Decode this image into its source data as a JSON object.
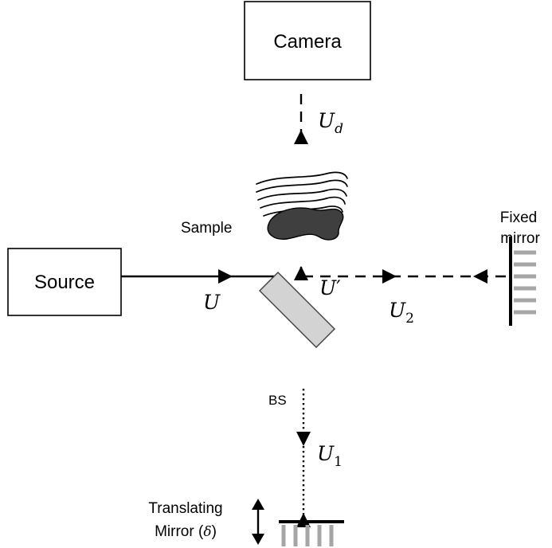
{
  "components": {
    "camera": "Camera",
    "source": "Source",
    "sample": "Sample",
    "beam_splitter": "BS",
    "fixed_mirror": {
      "line1": "Fixed",
      "line2": "mirror"
    },
    "translating_mirror": {
      "line1": "Translating",
      "line2_text": "Mirror (",
      "line2_symbol": "δ",
      "line2_close": ")"
    }
  },
  "fields": {
    "input": {
      "symbol": "U"
    },
    "reference": {
      "symbol": "U",
      "subscript": "1"
    },
    "object": {
      "symbol": "U",
      "subscript": "2"
    },
    "redirected": {
      "symbol": "U",
      "prime": "′"
    },
    "detected": {
      "symbol": "U",
      "subscript": "d"
    }
  },
  "colors": {
    "stroke": "#000000",
    "beam_splitter_fill": "#d3d3d3",
    "beam_splitter_stroke": "#404040",
    "mirror_hatch": "#a6a6a6",
    "sample_fill": "#3f3f3f"
  }
}
